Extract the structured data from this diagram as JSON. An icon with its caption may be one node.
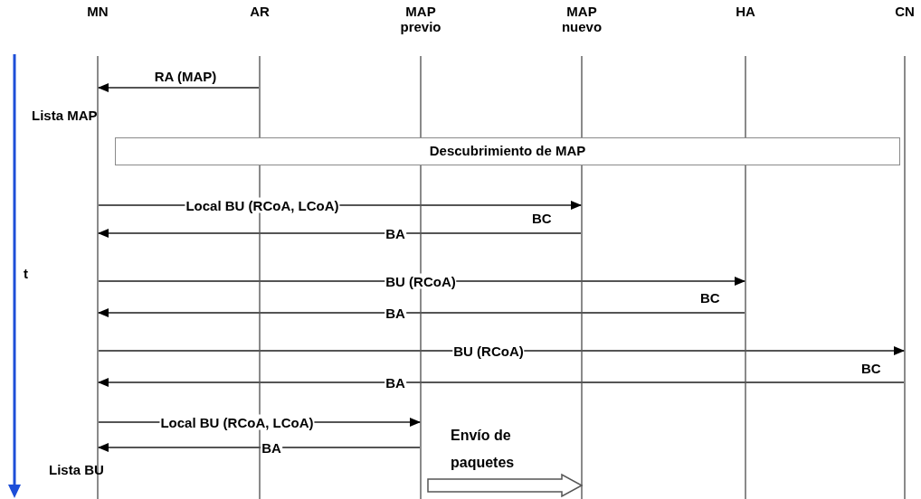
{
  "diagram": {
    "nodes": [
      {
        "text": [
          "MN"
        ]
      },
      {
        "text": [
          "AR"
        ]
      },
      {
        "text": [
          "MAP previo"
        ]
      },
      {
        "text": [
          "MAP nuevo"
        ]
      },
      {
        "text": [
          "HA"
        ]
      },
      {
        "text": [
          "CN"
        ]
      },
      {
        "text": [
          "Descubrimiento de MAP"
        ]
      }
    ],
    "edges": [
      {
        "from": 1,
        "to": 0,
        "arrow": "to",
        "label": "RA (MAP)"
      },
      {
        "from": 0,
        "to": 3,
        "arrow": "to",
        "label": "Local BU (RCoA, LCoA)"
      },
      {
        "from": 3,
        "to": 0,
        "arrow": "to",
        "label": "BA"
      },
      {
        "from": 0,
        "to": 4,
        "arrow": "to",
        "label": "BU (RCoA)"
      },
      {
        "from": 4,
        "to": 0,
        "arrow": "to",
        "label": "BA"
      },
      {
        "from": 0,
        "to": 5,
        "arrow": "to",
        "label": "BU (RCoA)"
      },
      {
        "from": 5,
        "to": 0,
        "arrow": "to",
        "label": "BA"
      },
      {
        "from": 0,
        "to": 2,
        "arrow": "to",
        "label": "Local BU (RCoA, LCoA)"
      },
      {
        "from": 2,
        "to": 0,
        "arrow": "to",
        "label": "BA"
      },
      {
        "from": 2,
        "to": 3,
        "arrow": "to",
        "label": "Envío de paquetes",
        "style": "thick"
      }
    ],
    "labels": [
      "Lista MAP",
      "t",
      "BC",
      "BC",
      "BC",
      "Lista BU"
    ]
  }
}
